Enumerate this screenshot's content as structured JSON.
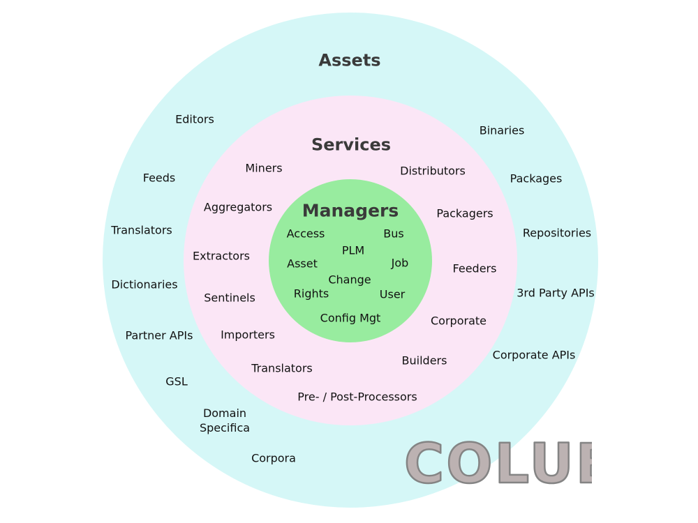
{
  "colors": {
    "assets_ring": "#d5f7f7",
    "services_ring": "#fbe6f6",
    "managers_core": "#98ec9f",
    "logo_fill": "#bcb2b2",
    "logo_stroke": "#848484"
  },
  "rings": {
    "assets": {
      "title": "Assets",
      "items": [
        "Editors",
        "Feeds",
        "Translators",
        "Dictionaries",
        "Partner APIs",
        "GSL",
        "Domain\nSpecifica",
        "Corpora",
        "Binaries",
        "Packages",
        "Repositories",
        "3rd Party APIs",
        "Corporate APIs"
      ]
    },
    "services": {
      "title": "Services",
      "items": [
        "Miners",
        "Aggregators",
        "Extractors",
        "Sentinels",
        "Importers",
        "Translators",
        "Pre- / Post-Processors",
        "Distributors",
        "Packagers",
        "Feeders",
        "Corporate",
        "Builders"
      ]
    },
    "managers": {
      "title": "Managers",
      "items": [
        "Access",
        "Bus",
        "PLM",
        "Asset",
        "Job",
        "Change",
        "Rights",
        "User",
        "Config Mgt"
      ]
    }
  },
  "logo": {
    "text": "COLUB"
  }
}
